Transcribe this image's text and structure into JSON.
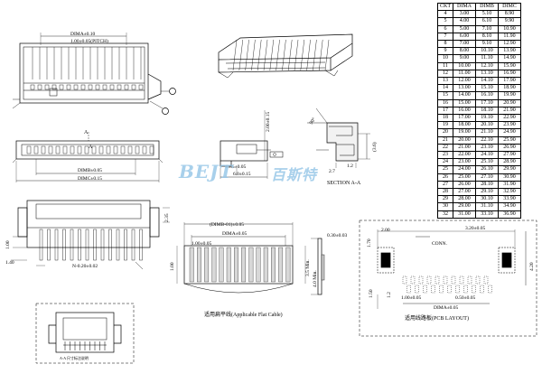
{
  "table": {
    "headers": [
      "CKT",
      "DIMA",
      "DIMB",
      "DIMC"
    ],
    "rows": [
      [
        "4",
        "3.00",
        "5.10",
        "8.90"
      ],
      [
        "5",
        "4.00",
        "6.10",
        "9.90"
      ],
      [
        "6",
        "5.00",
        "7.10",
        "10.90"
      ],
      [
        "7",
        "6.00",
        "8.10",
        "11.90"
      ],
      [
        "8",
        "7.00",
        "9.10",
        "12.90"
      ],
      [
        "9",
        "8.00",
        "10.10",
        "13.90"
      ],
      [
        "10",
        "9.00",
        "11.10",
        "14.90"
      ],
      [
        "11",
        "10.00",
        "12.10",
        "15.90"
      ],
      [
        "12",
        "11.00",
        "13.10",
        "16.90"
      ],
      [
        "13",
        "12.00",
        "14.10",
        "17.90"
      ],
      [
        "14",
        "13.00",
        "15.10",
        "18.90"
      ],
      [
        "15",
        "14.00",
        "16.10",
        "19.90"
      ],
      [
        "16",
        "15.00",
        "17.10",
        "20.90"
      ],
      [
        "17",
        "16.00",
        "18.10",
        "21.90"
      ],
      [
        "18",
        "17.00",
        "19.10",
        "22.90"
      ],
      [
        "19",
        "18.00",
        "20.10",
        "23.90"
      ],
      [
        "20",
        "19.00",
        "21.10",
        "24.90"
      ],
      [
        "21",
        "20.00",
        "22.10",
        "25.90"
      ],
      [
        "22",
        "21.00",
        "23.10",
        "26.90"
      ],
      [
        "23",
        "22.00",
        "24.10",
        "27.90"
      ],
      [
        "24",
        "23.00",
        "25.10",
        "28.90"
      ],
      [
        "25",
        "24.00",
        "26.10",
        "29.90"
      ],
      [
        "26",
        "25.00",
        "27.10",
        "30.90"
      ],
      [
        "27",
        "26.00",
        "28.10",
        "31.90"
      ],
      [
        "28",
        "27.00",
        "29.10",
        "32.90"
      ],
      [
        "29",
        "28.00",
        "30.10",
        "33.90"
      ],
      [
        "30",
        "29.00",
        "31.10",
        "34.90"
      ],
      [
        "32",
        "31.00",
        "33.10",
        "36.90"
      ]
    ]
  },
  "watermark": {
    "latin": "BEJT",
    "cjk": "百斯特"
  },
  "dims": {
    "top_dima": "DIMA±0.10",
    "top_pitch": "1.00±0.05(PITCH)",
    "front_dimb": "DIMB±0.05",
    "front_dimc": "DIMC±0.15",
    "section_height": "2.00±0.15",
    "section_085": "0.85±0.05",
    "section_60": "6.0±0.15",
    "iso_angle": "90°",
    "iso_12": "1.2",
    "iso_27": "2.7",
    "iso_36": "(3.6)",
    "section_label": "SECTION A-A",
    "mark_a": "A",
    "bottom_235": "2.35",
    "bottom_100": "1.00",
    "bottom_140": "1.40",
    "bottom_n": "N-0.20±0.02",
    "cable_top": "(DIMB-01)±0.05",
    "cable_dima": "DIMA±0.05",
    "cable_pitch": "1.00±0.05",
    "cable_100": "1.00",
    "cable_35min": "3.5 Min.",
    "cable_40min": "4.0 Min.",
    "cable_thk": "0.30±0.03",
    "cable_caption": "适用扁平线(Applicable Flat Cable)",
    "pcb_200": "2.00",
    "pcb_320": "3.20±0.05",
    "pcb_170": "1.70",
    "pcb_conn": "CONN.",
    "pcb_420": "4.20",
    "pcb_150": "1.50",
    "pcb_12": "1.2",
    "pcb_pitch": "1.00±0.05",
    "pcb_050": "0.50±0.05",
    "pcb_dima": "DIMA±0.05",
    "pcb_caption": "适用线路板(PCB LAYOUT)",
    "small_caption": "A-A 尺寸标注说明"
  }
}
